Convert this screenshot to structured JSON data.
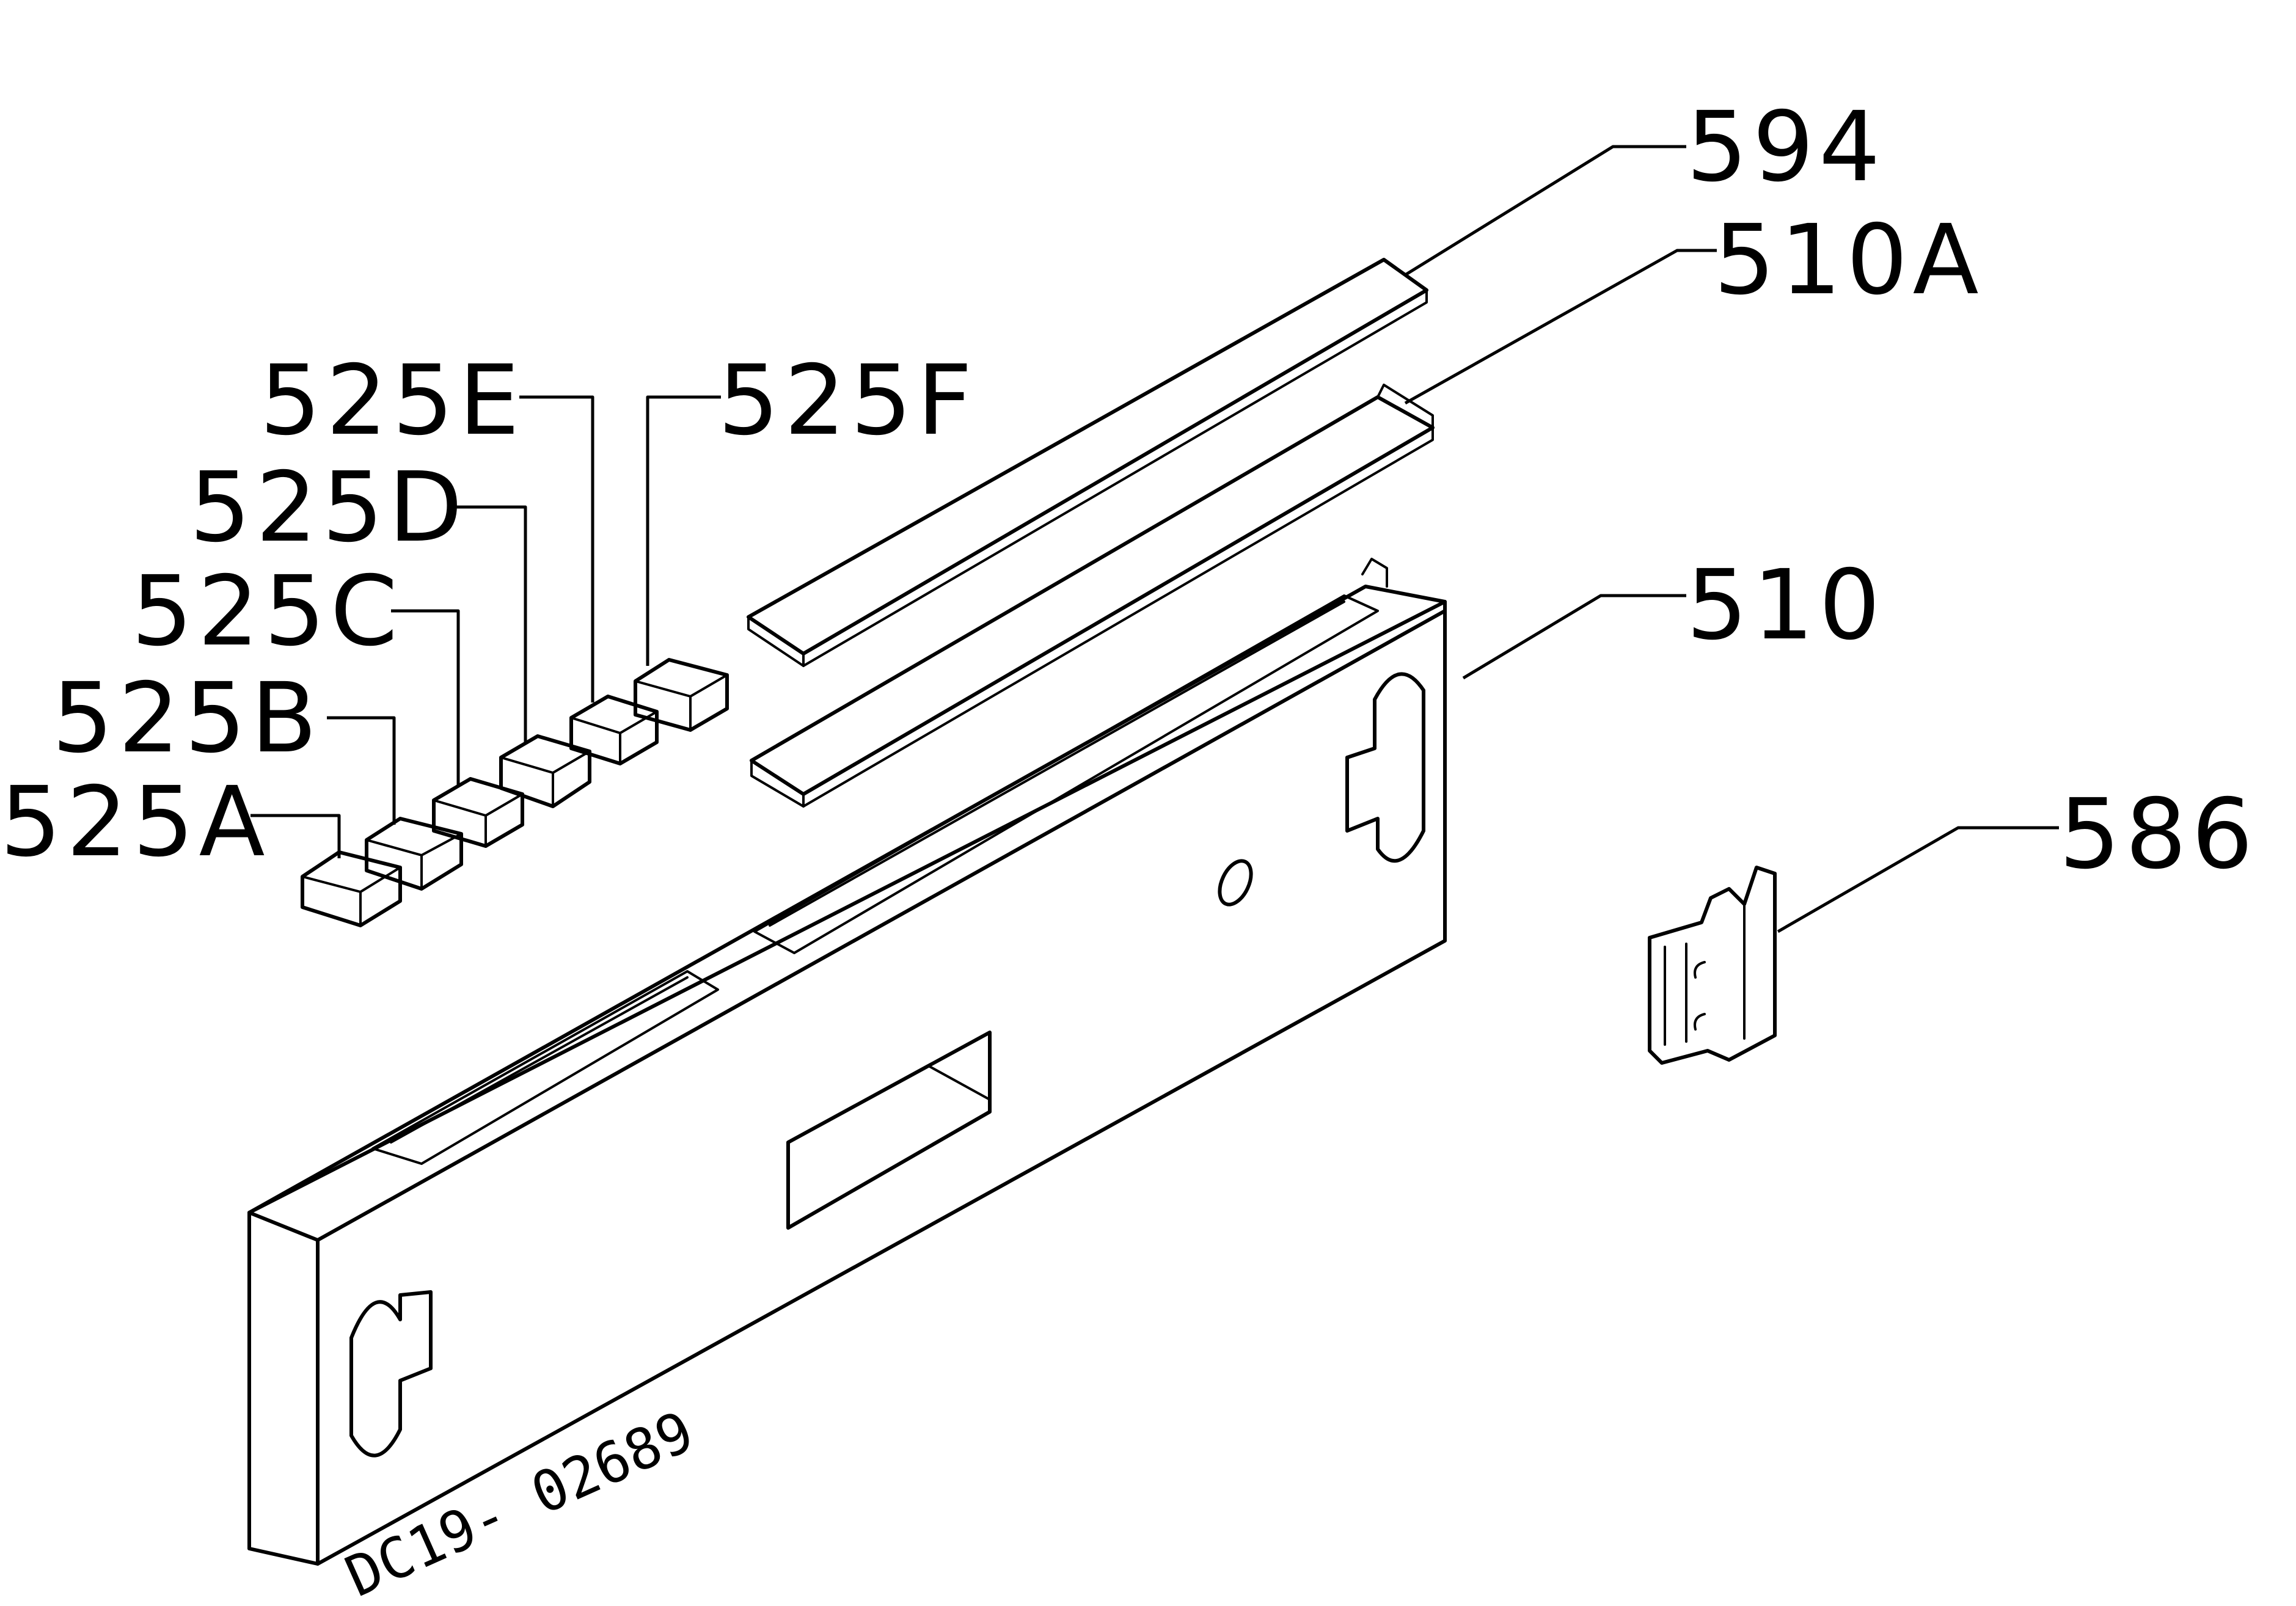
{
  "callouts": {
    "p594": "594",
    "p510A": "510A",
    "p510": "510",
    "p586": "586",
    "p525A": "525A",
    "p525B": "525B",
    "p525C": "525C",
    "p525D": "525D",
    "p525E": "525E",
    "p525F": "525F"
  },
  "drawing_code": "DC19- 02689"
}
